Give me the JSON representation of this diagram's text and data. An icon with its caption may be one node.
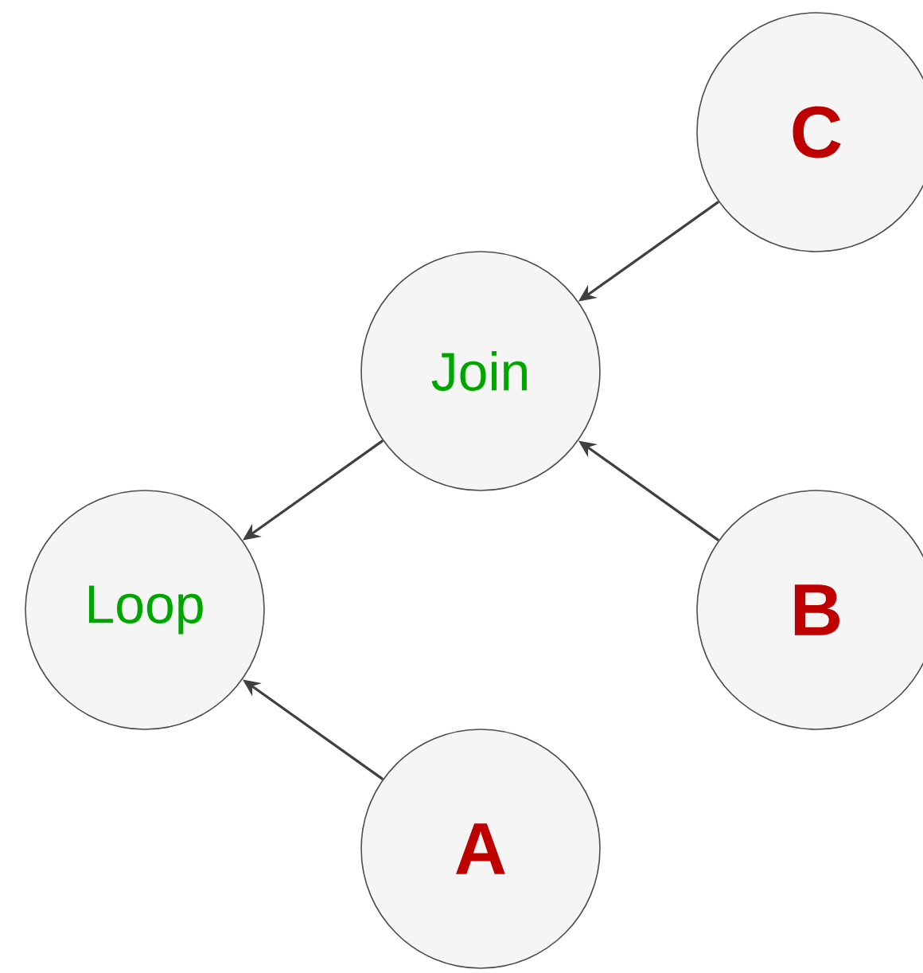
{
  "diagram": {
    "nodes": [
      {
        "text": [
          "C"
        ]
      },
      {
        "text": [
          "Join"
        ]
      },
      {
        "text": [
          "Loop"
        ]
      },
      {
        "text": [
          "B"
        ]
      },
      {
        "text": [
          "A"
        ]
      }
    ],
    "edges": [
      {
        "from": 0,
        "to": 1,
        "arrow": "to"
      },
      {
        "from": 1,
        "to": 2,
        "arrow": "to"
      },
      {
        "from": 3,
        "to": 1,
        "arrow": "to"
      },
      {
        "from": 4,
        "to": 2,
        "arrow": "to"
      }
    ]
  }
}
